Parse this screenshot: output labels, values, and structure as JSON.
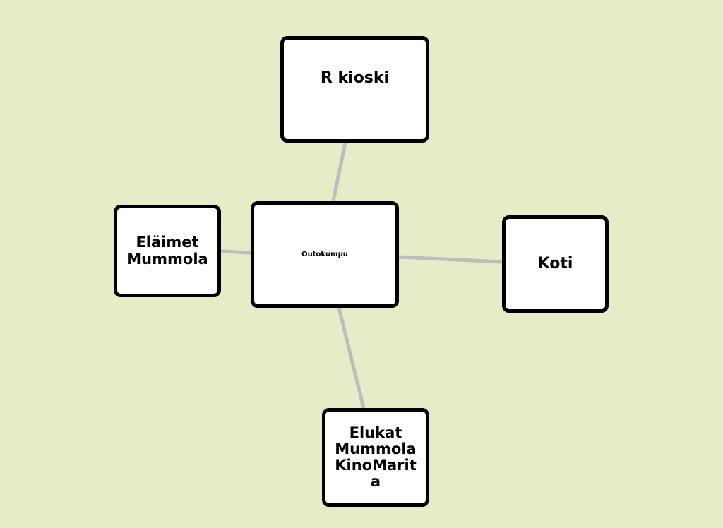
{
  "diagram": {
    "background_color": "#e8ebc7",
    "node_border_color": "#000000",
    "link_color": "#bdbdbd",
    "center": {
      "label": "Outokumpu"
    },
    "nodes": {
      "top": {
        "label": "R kioski"
      },
      "left": {
        "label": "Eläimet\nMummola"
      },
      "right": {
        "label": "Koti"
      },
      "bottom": {
        "label": "Elukat\nMummola\nKinoMarit\na"
      }
    }
  }
}
